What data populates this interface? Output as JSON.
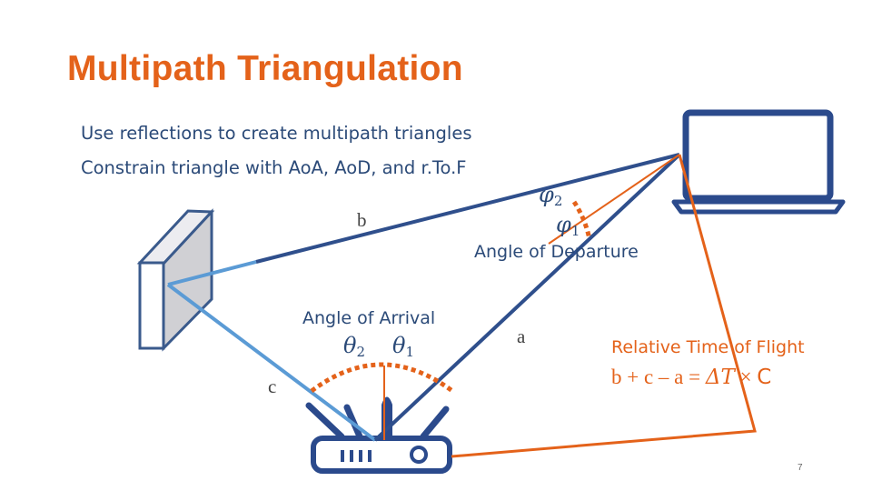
{
  "title": "Multipath Triangulation",
  "bullets": [
    "Use reflections to create multipath triangles",
    "Constrain triangle with AoA, AoD, and r.To.F"
  ],
  "labels": {
    "b": "b",
    "a": "a",
    "c": "c",
    "angle_of_departure": "Angle of Departure",
    "angle_of_arrival": "Angle of Arrival",
    "relative_time_of_flight": "Relative Time of Flight"
  },
  "angles": {
    "phi": "φ",
    "theta": "θ",
    "sub1": "1",
    "sub2": "2"
  },
  "formula": {
    "lhs": "b + c – a = ",
    "delta_t": "ΔT",
    "times": " × ",
    "c": "C"
  },
  "page_number": "7",
  "colors": {
    "accent": "#e4621a",
    "navy": "#2b4a78",
    "light_blue": "#5b9bd5",
    "wall_fill": "#d0d0d4"
  },
  "icons": [
    "wall-reflector-icon",
    "laptop-icon",
    "router-icon"
  ]
}
